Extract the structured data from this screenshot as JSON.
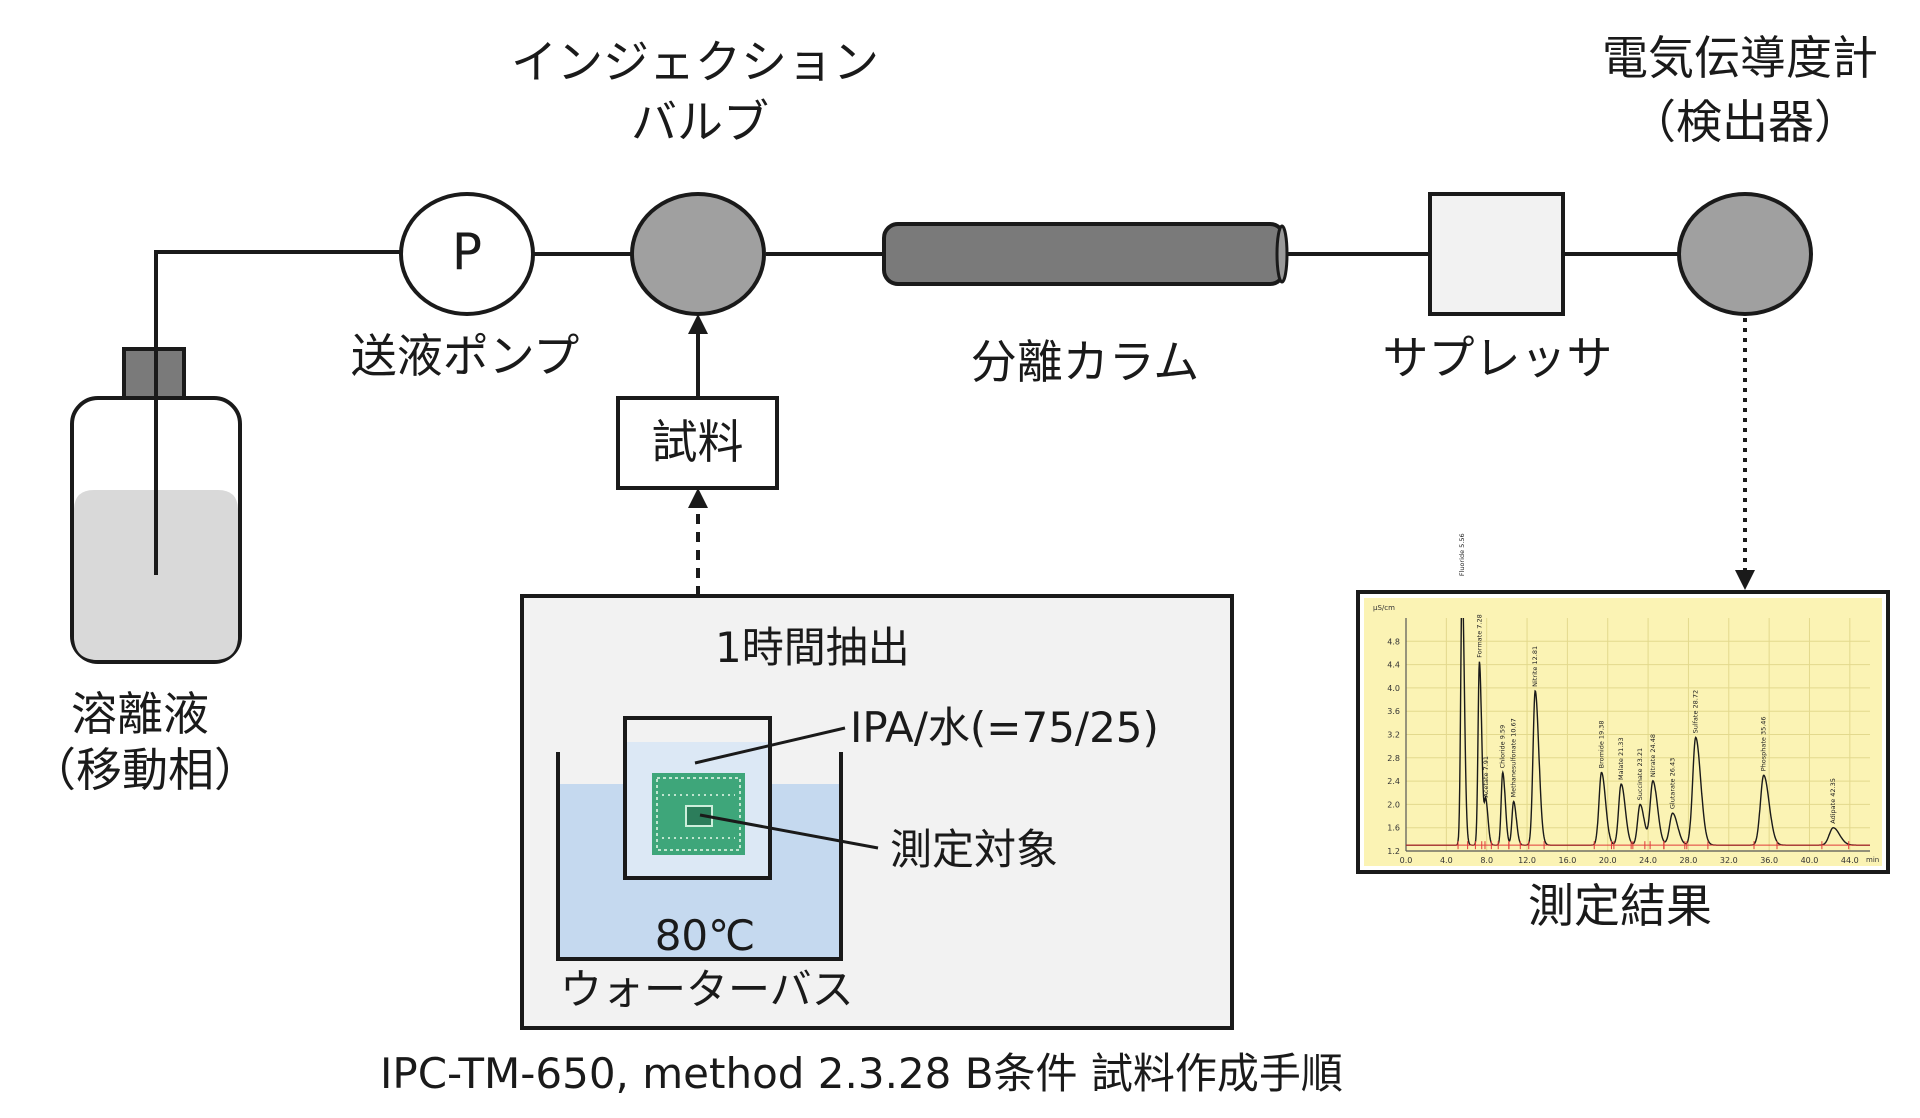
{
  "labels": {
    "eluent_line1": "溶離液",
    "eluent_line2": "（移動相）",
    "pump_symbol": "P",
    "pump": "送液ポンプ",
    "injector_line1": "インジェクション",
    "injector_line2": "バルブ",
    "sample": "試料",
    "column": "分離カラム",
    "suppressor": "サプレッサ",
    "detector_line1": "電気伝導度計",
    "detector_line2": "（検出器）",
    "extraction": "1時間抽出",
    "solvent": "IPA/水(=75/25)",
    "target": "測定対象",
    "temperature": "80℃",
    "water_bath": "ウォーターバス",
    "result": "測定結果",
    "caption": "IPC-TM-650, method 2.3.28 B条件 試料作成手順"
  },
  "chromatogram": {
    "y_ticks": [
      "4.8",
      "4.4",
      "4.0",
      "3.6",
      "3.2",
      "2.8",
      "2.4",
      "2.0",
      "1.6",
      "1.2"
    ],
    "x_ticks": [
      "0.0",
      "4.0",
      "8.0",
      "12.0",
      "16.0",
      "20.0",
      "24.0",
      "28.0",
      "32.0",
      "36.0",
      "40.0",
      "44.0"
    ],
    "y_unit": "µS/cm",
    "x_unit": "min",
    "x_max": 46,
    "y_min": 1.2,
    "y_max": 5.2,
    "peaks": [
      {
        "label": "Fluoride 5.56",
        "rt": 5.56,
        "h": 4.55,
        "w": 0.25
      },
      {
        "label": "Formate 7.28",
        "rt": 7.28,
        "h": 3.15,
        "w": 0.25
      },
      {
        "label": "Acetate 7.91",
        "rt": 7.91,
        "h": 0.75,
        "w": 0.25
      },
      {
        "label": "Chloride 9.59",
        "rt": 9.59,
        "h": 1.25,
        "w": 0.28
      },
      {
        "label": "Methanesulfonate 10.67",
        "rt": 10.67,
        "h": 0.75,
        "w": 0.3
      },
      {
        "label": "Nitrite 12.81",
        "rt": 12.81,
        "h": 2.65,
        "w": 0.4
      },
      {
        "label": "Bromide 19.38",
        "rt": 19.38,
        "h": 1.25,
        "w": 0.45
      },
      {
        "label": "Malate 21.33",
        "rt": 21.33,
        "h": 1.05,
        "w": 0.45
      },
      {
        "label": "Succinate 23.21",
        "rt": 23.21,
        "h": 0.7,
        "w": 0.45
      },
      {
        "label": "Nitrate 24.48",
        "rt": 24.48,
        "h": 1.1,
        "w": 0.5
      },
      {
        "label": "Glutarate 26.43",
        "rt": 26.43,
        "h": 0.55,
        "w": 0.55
      },
      {
        "label": "Sulfate 28.72",
        "rt": 28.72,
        "h": 1.85,
        "w": 0.55
      },
      {
        "label": "Phosphate 35.46",
        "rt": 35.46,
        "h": 1.2,
        "w": 0.6
      },
      {
        "label": "Adipate 42.35",
        "rt": 42.35,
        "h": 0.3,
        "w": 0.7
      }
    ]
  },
  "colors": {
    "gray_dark": "#7a7a7a",
    "gray_mid": "#a0a0a0",
    "eluent_liquid": "#d9d9d9",
    "bath_bg": "#f2f2f2",
    "water": "#c5d9ef",
    "pcb": "#3ea67a",
    "chart_bg": "#fbf3b4"
  }
}
